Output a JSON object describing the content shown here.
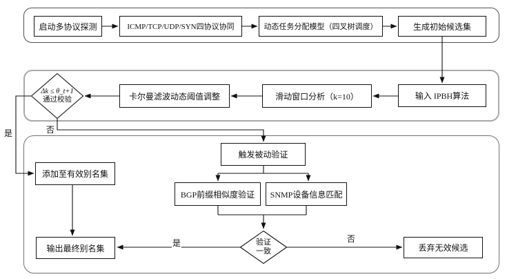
{
  "diagram": {
    "type": "flowchart",
    "nodes": {
      "start": "启动多协议探测",
      "protocols": "ICMP/TCP/UDP/SYN四协议协同",
      "task_model": "动态任务分配模型（四叉树调度）",
      "candidate_set": "生成初始候选集",
      "ipbh_input": "输入 IPBH算法",
      "sliding_window": "滑动窗口分析（k=10）",
      "kalman": "卡尔曼滤波动态阈值调整",
      "check_line1": "Δk ≤ θ_t+1",
      "check_line2": "通过校验",
      "trigger": "触发被动验证",
      "bgp": "BGP前缀相似度验证",
      "snmp": "SNMP设备信息匹配",
      "add_alias": "添加至有效别名集",
      "verify_line1": "验证",
      "verify_line2": "一致",
      "output_alias": "输出最终别名集",
      "discard": "丢弃无效候选"
    },
    "labels": {
      "yes_left": "是",
      "no_check": "否",
      "yes_verify": "是",
      "no_verify": "否"
    },
    "edges": [
      {
        "from": "start",
        "to": "protocols"
      },
      {
        "from": "protocols",
        "to": "task_model"
      },
      {
        "from": "task_model",
        "to": "candidate_set"
      },
      {
        "from": "candidate_set",
        "to": "ipbh_input"
      },
      {
        "from": "ipbh_input",
        "to": "sliding_window"
      },
      {
        "from": "sliding_window",
        "to": "kalman"
      },
      {
        "from": "kalman",
        "to": "check"
      },
      {
        "from": "check",
        "to": "add_alias",
        "label": "是"
      },
      {
        "from": "check",
        "to": "trigger",
        "label": "否"
      },
      {
        "from": "trigger",
        "to": "bgp"
      },
      {
        "from": "trigger",
        "to": "snmp"
      },
      {
        "from": "bgp",
        "to": "verify"
      },
      {
        "from": "snmp",
        "to": "verify"
      },
      {
        "from": "verify",
        "to": "output_alias",
        "label": "是"
      },
      {
        "from": "verify",
        "to": "discard",
        "label": "否"
      },
      {
        "from": "add_alias",
        "to": "output_alias"
      }
    ],
    "colors": {
      "line": "#111111",
      "container_top_border": "#4f4f4f",
      "container_mid_border": "#a8a8a8",
      "container_bottom_border": "#707070",
      "background": "#ffffff"
    }
  }
}
